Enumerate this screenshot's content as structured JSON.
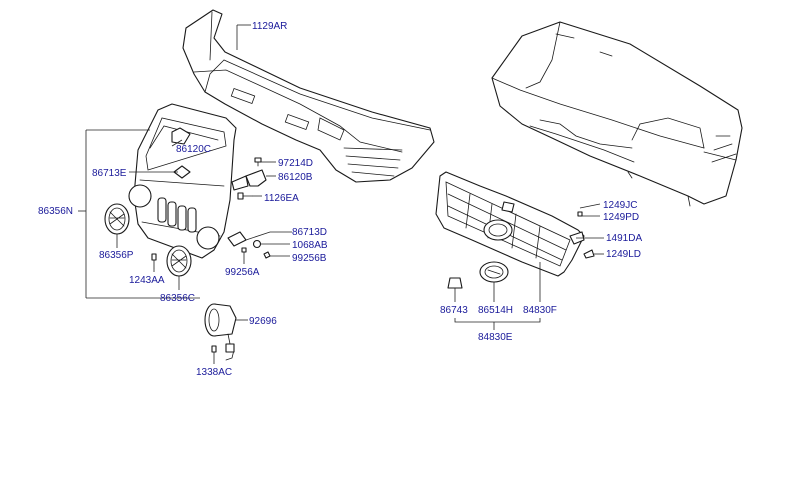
{
  "colors": {
    "label_text": "#1a1a9a",
    "line": "#1a1a1a",
    "background": "#ffffff"
  },
  "parts": {
    "p1129AR": "1129AR",
    "p86120C": "86120C",
    "p86713E": "86713E",
    "p97214D": "97214D",
    "p86120B": "86120B",
    "p1126EA": "1126EA",
    "p86356N": "86356N",
    "p86713D": "86713D",
    "p1068AB": "1068AB",
    "p99256B": "99256B",
    "p99256A": "99256A",
    "p86356P": "86356P",
    "p1243AA": "1243AA",
    "p86356C": "86356C",
    "p92696": "92696",
    "p1338AC": "1338AC",
    "p1249JC": "1249JC",
    "p1249PD": "1249PD",
    "p1491DA": "1491DA",
    "p1249LD": "1249LD",
    "p86743": "86743",
    "p86514H": "86514H",
    "p84830F": "84830F",
    "p84830E": "84830E"
  }
}
